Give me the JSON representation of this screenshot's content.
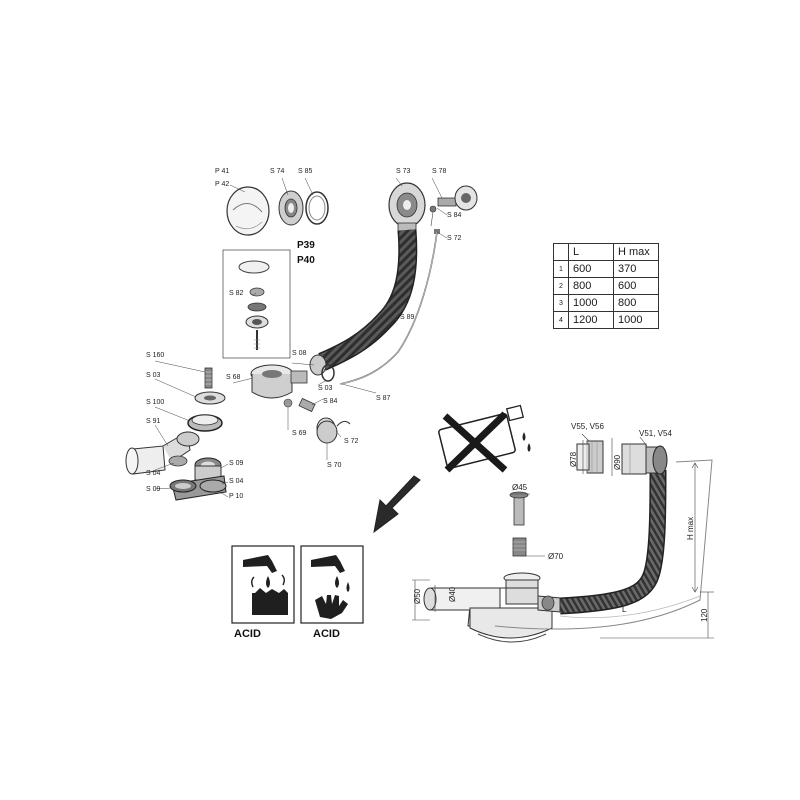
{
  "part_labels": {
    "p41": "P 41",
    "p42": "P 42",
    "s74": "S 74",
    "s85": "S 85",
    "s73": "S 73",
    "s78": "S 78",
    "s84a": "S 84",
    "s72a": "S 72",
    "p39": "P39",
    "p40": "P40",
    "s82": "S 82",
    "s89": "S 89",
    "s160": "S 160",
    "s03a": "S 03",
    "s68": "S 68",
    "s08": "S 08",
    "s03b": "S 03",
    "s84b": "S 84",
    "s87": "S 87",
    "s100": "S 100",
    "s91": "S 91",
    "s69": "S 69",
    "s72b": "S 72",
    "s70": "S 70",
    "s09a": "S 09",
    "s04a": "S 04",
    "s04b": "S 04",
    "s09b": "S 09",
    "p10": "P 10"
  },
  "spec_table": {
    "header": [
      "",
      "L",
      "H max"
    ],
    "rows": [
      [
        "1",
        "600",
        "370"
      ],
      [
        "2",
        "800",
        "600"
      ],
      [
        "3",
        "1000",
        "800"
      ],
      [
        "4",
        "1200",
        "1000"
      ]
    ]
  },
  "dimension_labels": {
    "v55_v56": "V55, V56",
    "v51_v54": "V51, V54",
    "d78": "Ø78",
    "d90": "Ø90",
    "d45": "Ø45",
    "d70": "Ø70",
    "d50": "Ø50",
    "d40": "Ø40",
    "h_max": "H max",
    "l": "L",
    "h120": "120"
  },
  "warnings": {
    "acid_left": "ACID",
    "acid_right": "ACID"
  },
  "colors": {
    "line": "#2a2a2a",
    "hose_dark": "#3a3a3a",
    "hose_mid": "#6d6d6d",
    "light_fill": "#e6e6e6"
  }
}
